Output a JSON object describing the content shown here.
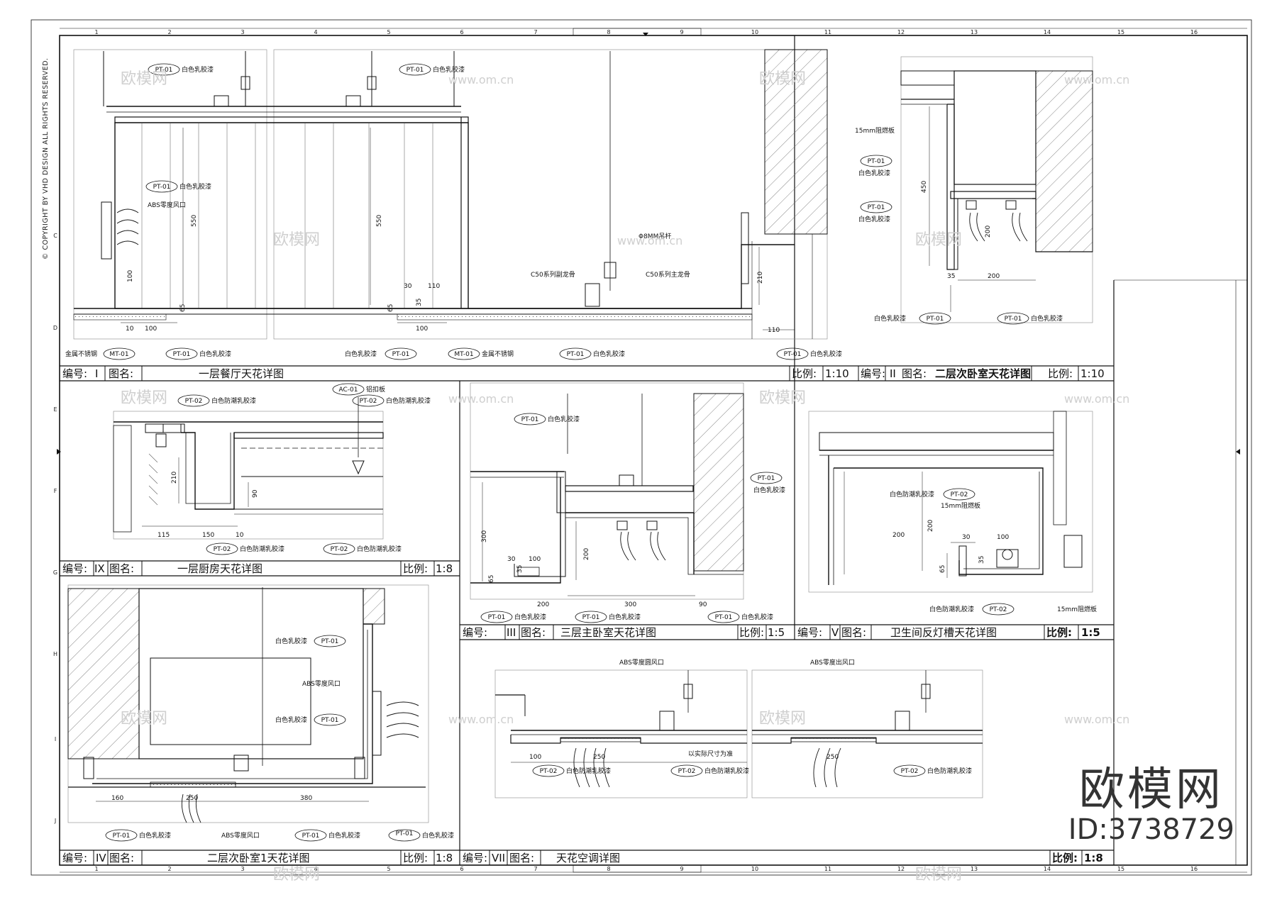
{
  "copyright": "© COPYRIGHT BY VHD DESIGN ALL RIGHTS RESERVED.",
  "watermark": {
    "site": "www.om.cn",
    "brand": "欧模网",
    "id": "ID:3738729"
  },
  "labels": {
    "no": "编号:",
    "name": "图名:",
    "scale": "比例:"
  },
  "drawings": {
    "d1": {
      "num": "I",
      "title": "一层餐厅天花详图",
      "scale": "1:10"
    },
    "d2": {
      "num": "II",
      "title": "二层次卧室天花详图",
      "scale": "1:10"
    },
    "d9": {
      "num": "IX",
      "title": "一层厨房天花详图",
      "scale": "1:8"
    },
    "d3": {
      "num": "III",
      "title": "三层主卧室天花详图",
      "scale": "1:5"
    },
    "d5": {
      "num": "V",
      "title": "卫生间反灯槽天花详图",
      "scale": "1:5"
    },
    "d4": {
      "num": "IV",
      "title": "二层次卧室1天花详图",
      "scale": "1:8"
    },
    "d7": {
      "num": "VII",
      "title": "天花空调详图",
      "scale": "1:8"
    }
  },
  "tags": {
    "pt01": "PT-01",
    "pt02": "PT-02",
    "mt01": "MT-01",
    "ac01": "AC-01"
  },
  "notes": {
    "white_latex": "白色乳胶漆",
    "moisture_latex": "白色防潮乳胶漆",
    "abs_vent": "ABS零度风口",
    "abs_round_vent": "ABS零度圆风口",
    "abs_out_vent": "ABS零度出风口",
    "metal_ss_a": "金属不锈钢",
    "metal_ss_b": "金属不锈钢",
    "rod": "Φ8MM吊杆",
    "c50_sub": "C50系列副龙骨",
    "c50_main": "C50系列主龙骨",
    "fire_board": "15mm阻燃板",
    "alu_plate": "铝扣板",
    "actual_size": "以实际尺寸为准"
  },
  "dims": {
    "d550": "550",
    "d100": "100",
    "d65": "65",
    "d10": "10",
    "d30": "30",
    "d110": "110",
    "d35": "35",
    "d210": "210",
    "d450": "450",
    "d200": "200",
    "d150": "150",
    "d115": "115",
    "d90": "90",
    "d300": "300",
    "d160": "160",
    "d380": "380",
    "d250": "250"
  },
  "grid": {
    "top": [
      "1",
      "2",
      "3",
      "4",
      "5",
      "6",
      "7",
      "8",
      "9",
      "10",
      "11",
      "12",
      "13",
      "14",
      "15",
      "16"
    ],
    "left": [
      "C",
      "D",
      "E",
      "F",
      "G",
      "H",
      "I",
      "J"
    ]
  }
}
